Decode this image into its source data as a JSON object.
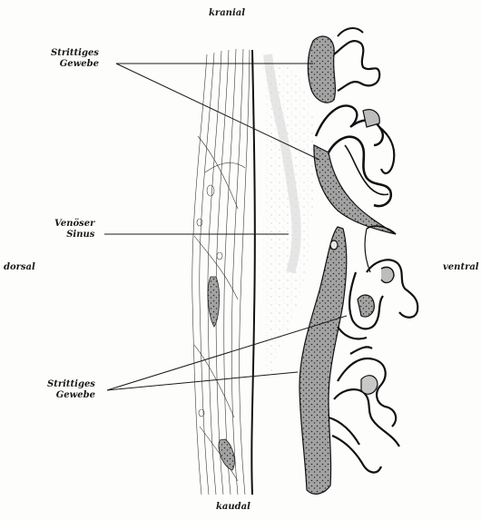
{
  "orientation": {
    "top": "kranial",
    "bottom": "kaudal",
    "left": "dorsal",
    "right": "ventral"
  },
  "labels": {
    "upper_tissue": {
      "line1": "Strittiges",
      "line2": "Gewebe"
    },
    "venous_sinus": {
      "line1": "Venöser",
      "line2": "Sinus"
    },
    "lower_tissue": {
      "line1": "Strittiges",
      "line2": "Gewebe"
    }
  },
  "colors": {
    "ink": "#1a1a1a",
    "stipple_fill": "#9a9a9a",
    "gray_wash": "#c8c8c8",
    "background": "#fdfdfc"
  }
}
